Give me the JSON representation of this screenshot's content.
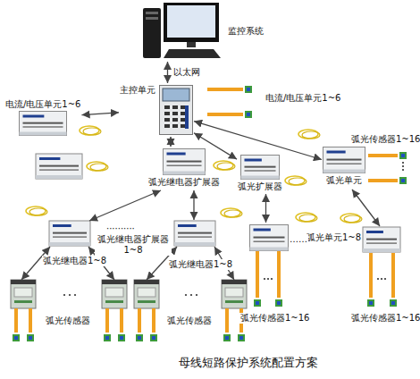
{
  "diagram": {
    "caption": "母线短路保护系统配置方案",
    "nodes": [
      {
        "text": [
          "监控系统"
        ]
      },
      {
        "text": [
          "主控单元"
        ]
      },
      {
        "text": [
          "电流/电压单元1~6"
        ]
      },
      {
        "text": [
          "弧光继电器扩展器"
        ]
      },
      {
        "text": [
          "弧光扩展器"
        ]
      },
      {
        "text": [
          "弧光单元"
        ]
      },
      {
        "text": [
          "弧光单元1~8"
        ]
      }
    ],
    "edges": [
      {
        "from": 0,
        "to": 1,
        "arrow": "both",
        "label": "以太网"
      },
      {
        "from": 1,
        "to": 2,
        "arrow": "both"
      },
      {
        "from": 1,
        "to": 3,
        "arrow": "both"
      },
      {
        "from": 1,
        "to": 4,
        "arrow": "both"
      },
      {
        "from": 1,
        "to": 5,
        "arrow": "both"
      },
      {
        "from": 4,
        "to": 6,
        "arrow": "both"
      }
    ],
    "labels": [
      "电流/电压单元1~6",
      "弧光传感器1~16",
      "··········",
      "弧光继电器扩展器 1~8",
      "弧光继电器1~8",
      "弧光继电器1~8",
      "……",
      "弧光传感器",
      "弧光传感器",
      "弧光传感器1~16",
      "弧光传感器1~16"
    ]
  }
}
